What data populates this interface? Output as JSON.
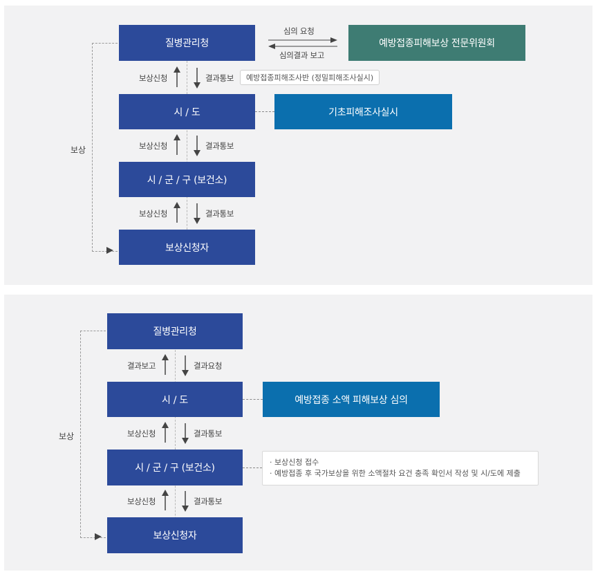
{
  "diagram1": {
    "boxes": {
      "kdca": "질병관리청",
      "sido": "시 / 도",
      "sigungu": "시 / 군 / 구 (보건소)",
      "applicant": "보상신청자",
      "committee": "예방접종피해보상 전문위원회",
      "basic": "기초피해조사실시"
    },
    "review_request": "심의 요청",
    "review_report": "심의결과 보고",
    "steps": [
      {
        "up": "보상신청",
        "down": "결과통보"
      },
      {
        "up": "보상신청",
        "down": "결과통보"
      },
      {
        "up": "보상신청",
        "down": "결과통보"
      }
    ],
    "investigation_tag": "예방접종피해조사반 (정밀피해조사실시)",
    "side_label": "보상"
  },
  "diagram2": {
    "boxes": {
      "kdca": "질병관리청",
      "sido": "시 / 도",
      "sigungu": "시 / 군 / 구 (보건소)",
      "applicant": "보상신청자",
      "review": "예방접종 소액 피해보상 심의"
    },
    "steps": [
      {
        "up": "결과보고",
        "down": "결과요청"
      },
      {
        "up": "보상신청",
        "down": "결과통보"
      },
      {
        "up": "보상신청",
        "down": "결과통보"
      }
    ],
    "notes": [
      "· 보상신청 접수",
      "· 예방접종 후 국가보상을 위한 소액절차 요건 충족 확인서 작성 및 시/도에 제출"
    ],
    "side_label": "보상"
  }
}
